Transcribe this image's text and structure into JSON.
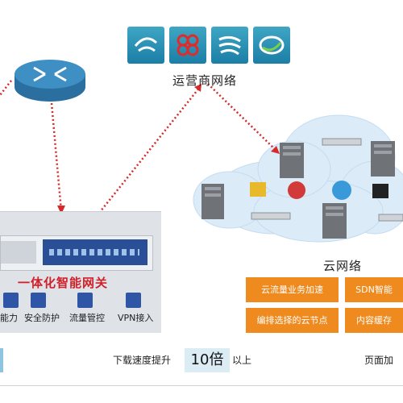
{
  "isp": {
    "label": "运营商网络",
    "icons": [
      "china-telecom-logo",
      "china-unicom-logo",
      "china-mobile-logo",
      "isp-swirl-logo"
    ]
  },
  "gateway": {
    "title": "一体化智能网关",
    "features": [
      {
        "label": "能力",
        "icon": "shield-icon"
      },
      {
        "label": "安全防护",
        "icon": "shield-icon"
      },
      {
        "label": "流量管控",
        "icon": "waveform-icon"
      },
      {
        "label": "VPN接入",
        "icon": "arrows-icon"
      }
    ]
  },
  "cloud": {
    "label": "云网络",
    "features": [
      "云流量业务加速",
      "SDN智能",
      "编排选择的云节点",
      "内容缓存"
    ]
  },
  "speed": {
    "prefix": "下载速度提升",
    "value": "10倍",
    "suffix": "以上",
    "right_text": "页面加"
  },
  "colors": {
    "accent_orange": "#ef8a1e",
    "brand_red": "#d0202a",
    "isp_teal": "#2a92b8",
    "link_red": "#d42a2a"
  }
}
